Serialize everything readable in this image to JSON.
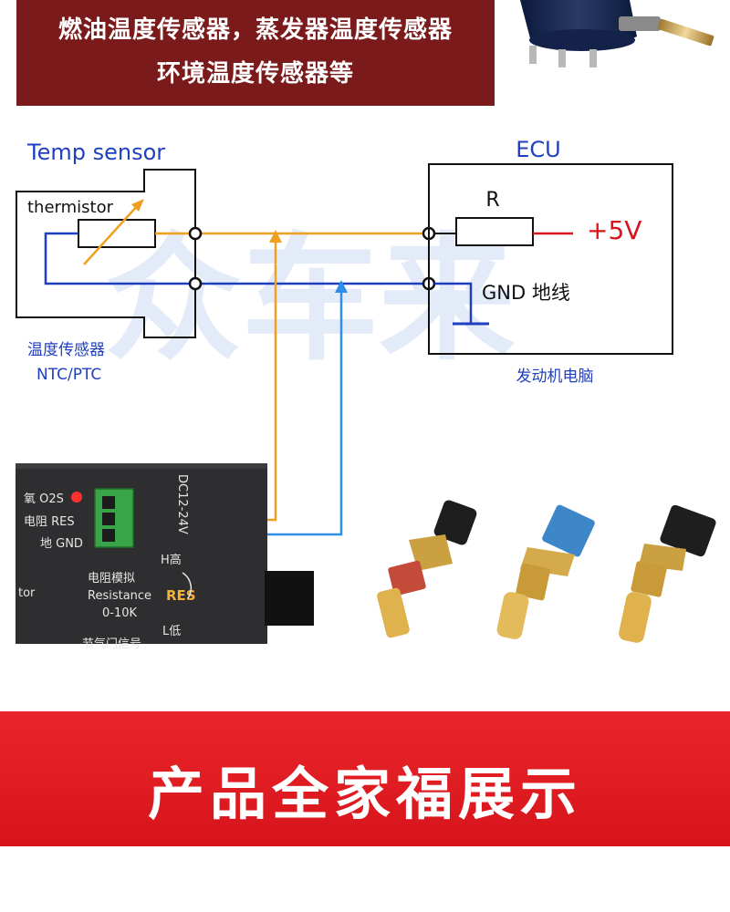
{
  "header": {
    "line1": "燃油温度传感器，蒸发器温度传感器",
    "line2": "环境温度传感器等"
  },
  "diagram": {
    "sensor_title": "Temp sensor",
    "thermistor_label": "thermistor",
    "sensor_caption_line1": "温度传感器",
    "sensor_caption_line2": "NTC/PTC",
    "ecu_title": "ECU",
    "resistor_label": "R",
    "supply_label": "+5V",
    "gnd_label": "GND 地线",
    "ecu_caption": "发动机电脑",
    "watermark": "众车来",
    "colors": {
      "signal_line": "#f0a020",
      "ground_line": "#1f3fbf",
      "injector_line": "#2f8fe8",
      "supply": "#d7141b",
      "title_blue": "#1f3fbf"
    }
  },
  "device": {
    "o2s_label": "氧 O2S",
    "res_label": "电阻 RES",
    "gnd_label": "地 GND",
    "voltage_label": "DC12-24V",
    "high_label": "H高",
    "res_knob_label": "RES",
    "low_label": "L低",
    "resistance_cn": "电阻模拟",
    "resistance_en": "Resistance",
    "resistance_range": "0-10K",
    "partial_left": "tor",
    "partial_bottom": "节气门信号"
  },
  "footer": {
    "title": "产品全家福展示"
  }
}
